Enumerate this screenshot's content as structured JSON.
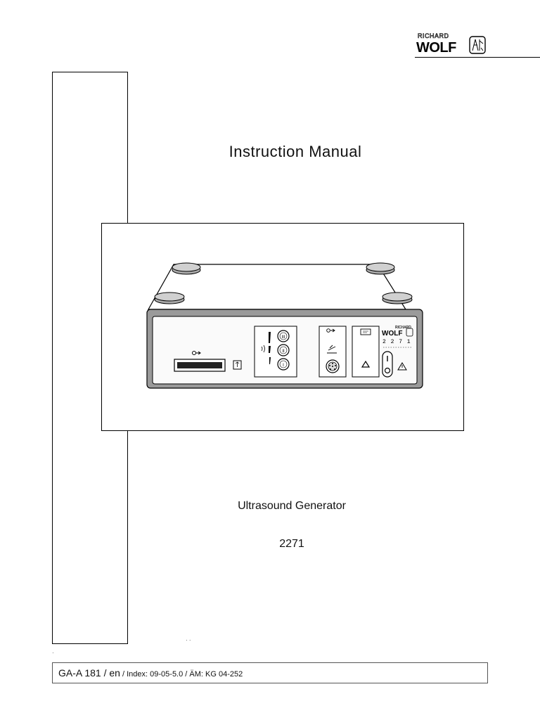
{
  "brand": {
    "top": "RICHARD",
    "bottom": "WOLF"
  },
  "title": "Instruction Manual",
  "product_name": "Ultrasound Generator",
  "model_number": "2271",
  "device_front": {
    "brand_top": "RICHARD",
    "brand_bottom": "WOLF",
    "model_digits": "2 2 7 1",
    "level_labels": [
      "III",
      "II",
      "I"
    ]
  },
  "footer": {
    "code": "GA-A 181 / en",
    "index": " / Index: 09-05-5.0 / ÄM: KG 04-252"
  },
  "marks": {
    "dots": "· ·",
    "tick": "·"
  }
}
